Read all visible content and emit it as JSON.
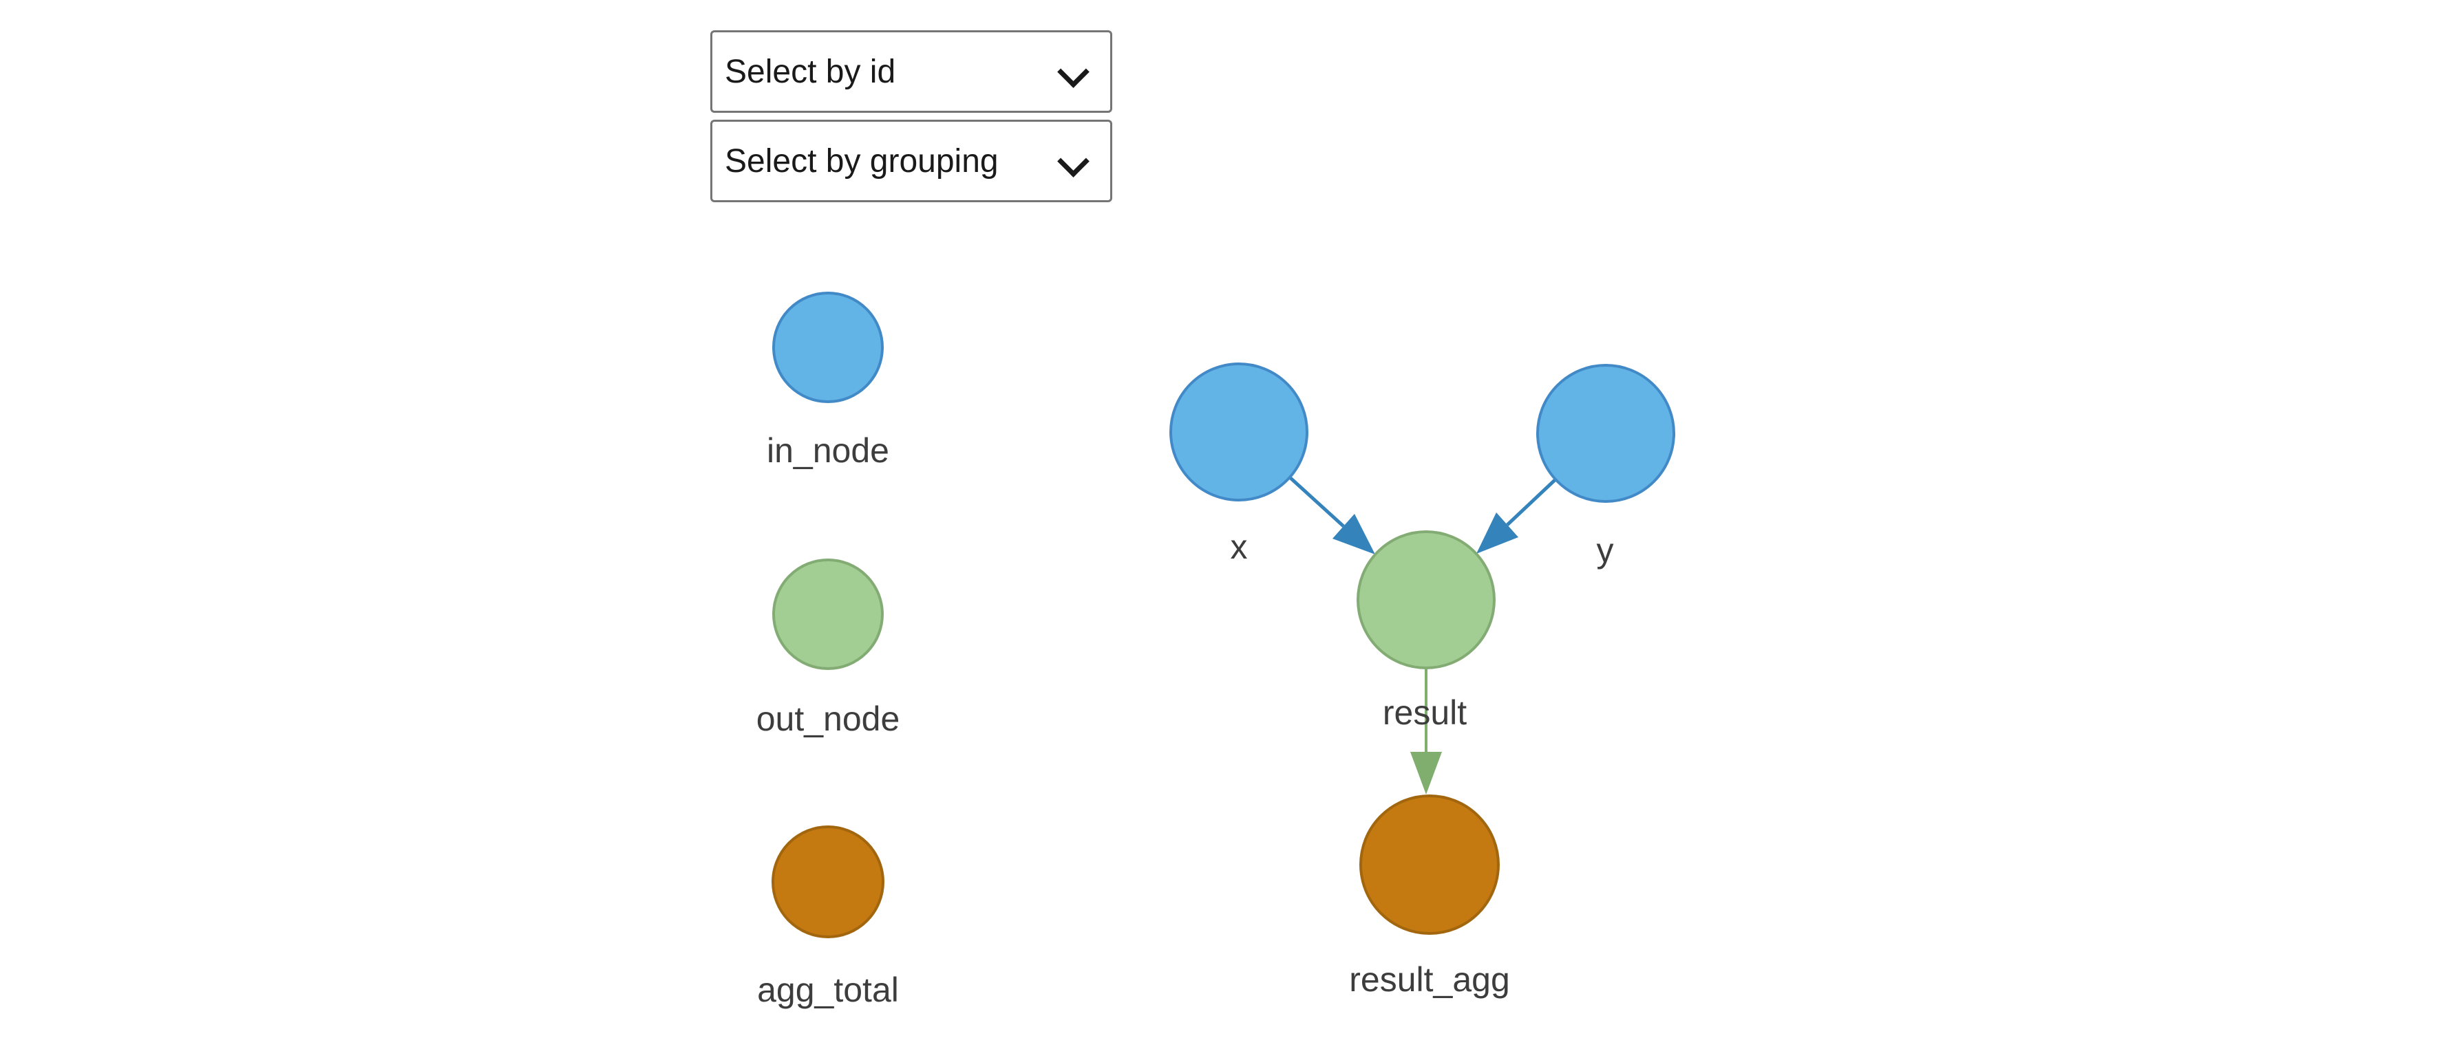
{
  "controls": {
    "select_by_id": {
      "selected": "Select by id"
    },
    "select_by_grouping": {
      "selected": "Select by grouping"
    }
  },
  "legend": {
    "items": [
      {
        "label": "in_node",
        "fill": "#63b4e6",
        "stroke": "#4189c7"
      },
      {
        "label": "out_node",
        "fill": "#a2ce94",
        "stroke": "#83ab74"
      },
      {
        "label": "agg_total",
        "fill": "#c57a11",
        "stroke": "#a2660e"
      }
    ]
  },
  "graph": {
    "nodes": [
      {
        "id": "x",
        "label": "x",
        "type": "in_node",
        "fill": "#63b4e6",
        "stroke": "#4189c7"
      },
      {
        "id": "y",
        "label": "y",
        "type": "in_node",
        "fill": "#63b4e6",
        "stroke": "#4189c7"
      },
      {
        "id": "result",
        "label": "result",
        "type": "out_node",
        "fill": "#a2ce94",
        "stroke": "#83ab74"
      },
      {
        "id": "result_agg",
        "label": "result_agg",
        "type": "agg_total",
        "fill": "#c57a11",
        "stroke": "#a2660e"
      }
    ],
    "edges": [
      {
        "from": "x",
        "to": "result",
        "color": "#3583bb"
      },
      {
        "from": "y",
        "to": "result",
        "color": "#3583bb"
      },
      {
        "from": "result",
        "to": "result_agg",
        "color": "#7fae6e"
      }
    ]
  },
  "colors": {
    "background": "#ffffff",
    "label_text": "#3d3d3d",
    "select_border": "#757575",
    "select_text": "#1a1a1a"
  }
}
